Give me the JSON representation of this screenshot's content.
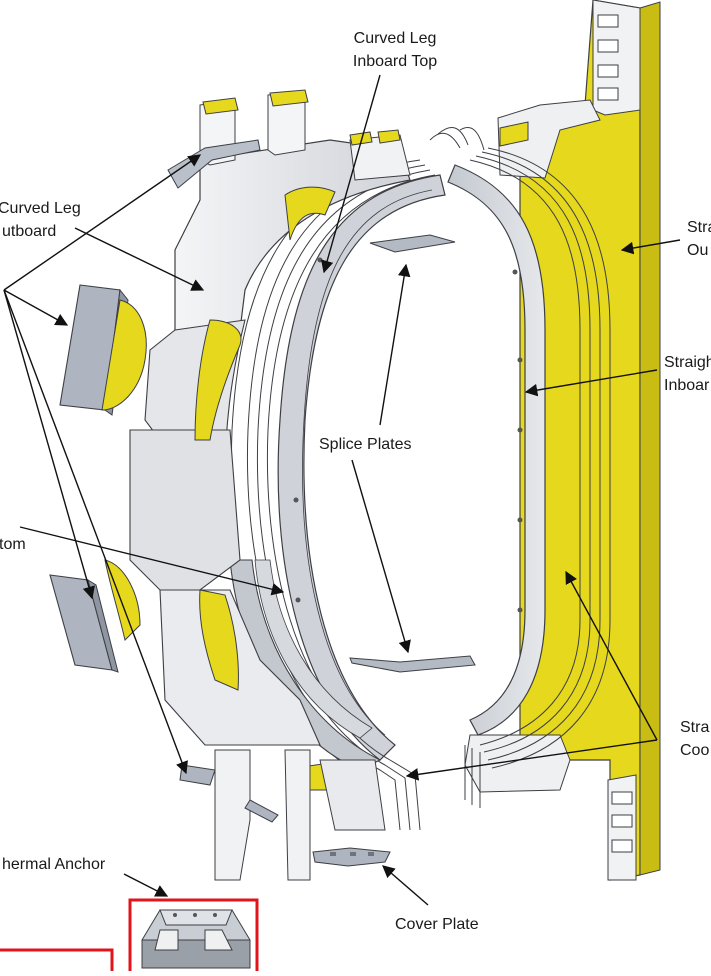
{
  "labels": {
    "curved_leg_inboard_top_1": "Curved Leg",
    "curved_leg_inboard_top_2": "Inboard Top",
    "curved_leg_outboard_1": "Curved Leg",
    "curved_leg_outboard_2": "utboard",
    "straight_outboard_1": "Stra",
    "straight_outboard_2": "Ou",
    "straight_inboard_1": "Straigh",
    "straight_inboard_2": "Inboar",
    "splice_plates": "Splice Plates",
    "bottom_partial": "tom",
    "straight_cool_1": "Stra",
    "straight_cool_2": "Coo",
    "thermal_anchor": "hermal Anchor",
    "cover_plate": "Cover Plate"
  },
  "colors": {
    "yellow": "#e8da1c",
    "yellow_dark": "#b9ae12",
    "steel": "#d9dadd",
    "steel_light": "#eceef1",
    "steel_dark": "#9aa0a8",
    "blue_grey": "#b7bfca",
    "outline": "#3d3f44",
    "highlight_box": "#e0141a",
    "arrow": "#111111"
  }
}
